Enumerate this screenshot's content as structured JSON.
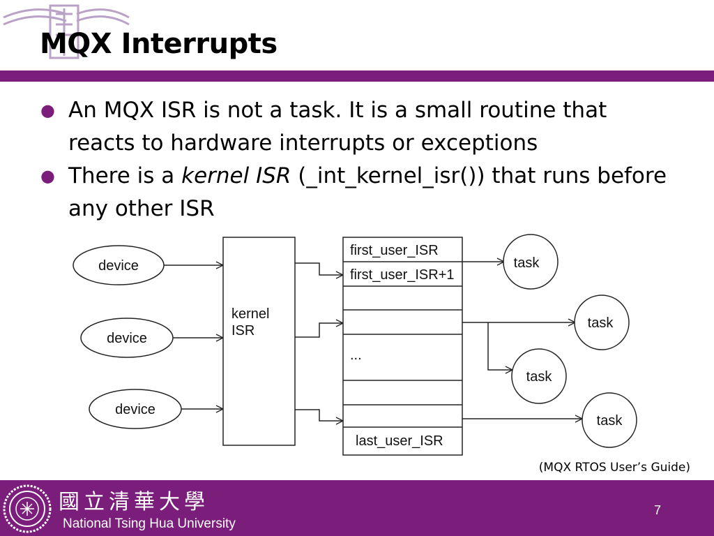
{
  "slide": {
    "title": "MQX Interrupts",
    "bullets": [
      {
        "runs": [
          {
            "text": "An MQX ISR is not a task. It is a small routine that reacts to hardware interrupts or exceptions",
            "italic": false
          }
        ]
      },
      {
        "runs": [
          {
            "text": "There is a ",
            "italic": false
          },
          {
            "text": "kernel ISR",
            "italic": true
          },
          {
            "text": " (_int_kernel_isr()) that runs before any other ISR",
            "italic": false
          }
        ]
      }
    ],
    "caption": "(MQX RTOS User’s Guide)",
    "page_number": "7"
  },
  "diagram": {
    "devices": [
      "device",
      "device",
      "device"
    ],
    "kernel_label_line1": "kernel",
    "kernel_label_line2": "ISR",
    "table_rows": [
      "first_user_ISR",
      "first_user_ISR+1",
      "",
      "",
      "...",
      "",
      "",
      "last_user_ISR"
    ],
    "tasks": [
      "task",
      "task",
      "task",
      "task"
    ]
  },
  "footer": {
    "university_cn": "國立清華大學",
    "university_en": "National Tsing Hua University"
  },
  "colors": {
    "accent": "#7b1e7b",
    "bullet": "#7b1e7b"
  }
}
